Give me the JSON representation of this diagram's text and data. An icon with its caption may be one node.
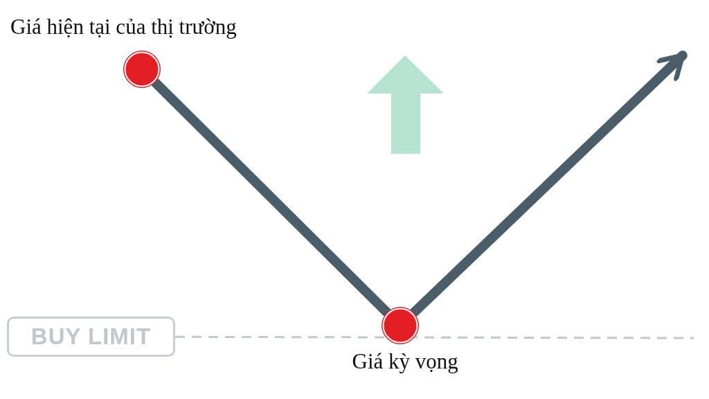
{
  "diagram": {
    "nodes": [
      {
        "text": [],
        "shape": "circle",
        "beside": [
          "Giá hiện tại của thị trường"
        ]
      },
      {
        "text": [],
        "shape": "circle",
        "beside": [
          "Giá kỳ vọng"
        ]
      },
      {
        "text": [
          "BUY LIMIT"
        ]
      }
    ],
    "edges": [
      {
        "from": 0,
        "to": 1,
        "arrow": "none"
      },
      {
        "from": 1,
        "to": null,
        "arrow": "to"
      },
      {
        "from": 2,
        "to": null,
        "arrow": "none",
        "style": "dashed",
        "color": "#c3c8cc"
      }
    ]
  }
}
